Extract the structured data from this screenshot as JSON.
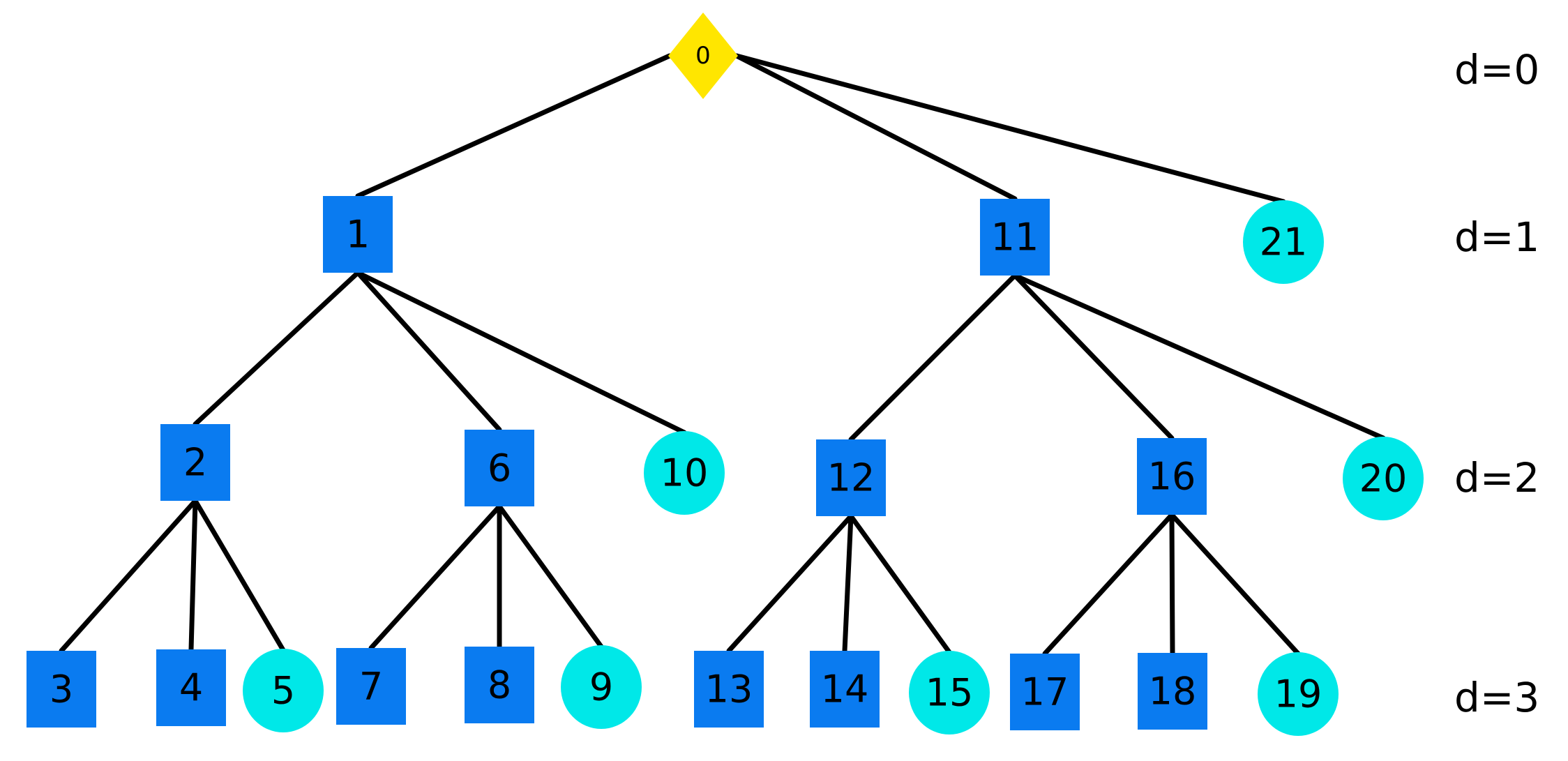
{
  "colors": {
    "root": "#FFE600",
    "square": "#0A7BF0",
    "circle": "#00E8E8",
    "edge": "#000000",
    "text": "#000000"
  },
  "depth_labels": [
    "d=0",
    "d=1",
    "d=2",
    "d=3"
  ],
  "tree": {
    "nodes": [
      {
        "id": "0",
        "shape": "diamond",
        "depth": 0
      },
      {
        "id": "1",
        "shape": "square",
        "depth": 1
      },
      {
        "id": "11",
        "shape": "square",
        "depth": 1
      },
      {
        "id": "21",
        "shape": "circle",
        "depth": 1
      },
      {
        "id": "2",
        "shape": "square",
        "depth": 2
      },
      {
        "id": "6",
        "shape": "square",
        "depth": 2
      },
      {
        "id": "10",
        "shape": "circle",
        "depth": 2
      },
      {
        "id": "12",
        "shape": "square",
        "depth": 2
      },
      {
        "id": "16",
        "shape": "square",
        "depth": 2
      },
      {
        "id": "20",
        "shape": "circle",
        "depth": 2
      },
      {
        "id": "3",
        "shape": "square",
        "depth": 3
      },
      {
        "id": "4",
        "shape": "square",
        "depth": 3
      },
      {
        "id": "5",
        "shape": "circle",
        "depth": 3
      },
      {
        "id": "7",
        "shape": "square",
        "depth": 3
      },
      {
        "id": "8",
        "shape": "square",
        "depth": 3
      },
      {
        "id": "9",
        "shape": "circle",
        "depth": 3
      },
      {
        "id": "13",
        "shape": "square",
        "depth": 3
      },
      {
        "id": "14",
        "shape": "square",
        "depth": 3
      },
      {
        "id": "15",
        "shape": "circle",
        "depth": 3
      },
      {
        "id": "17",
        "shape": "square",
        "depth": 3
      },
      {
        "id": "18",
        "shape": "square",
        "depth": 3
      },
      {
        "id": "19",
        "shape": "circle",
        "depth": 3
      }
    ],
    "edges": [
      [
        "0",
        "1"
      ],
      [
        "0",
        "11"
      ],
      [
        "0",
        "21"
      ],
      [
        "1",
        "2"
      ],
      [
        "1",
        "6"
      ],
      [
        "1",
        "10"
      ],
      [
        "11",
        "12"
      ],
      [
        "11",
        "16"
      ],
      [
        "11",
        "20"
      ],
      [
        "2",
        "3"
      ],
      [
        "2",
        "4"
      ],
      [
        "2",
        "5"
      ],
      [
        "6",
        "7"
      ],
      [
        "6",
        "8"
      ],
      [
        "6",
        "9"
      ],
      [
        "12",
        "13"
      ],
      [
        "12",
        "14"
      ],
      [
        "12",
        "15"
      ],
      [
        "16",
        "17"
      ],
      [
        "16",
        "18"
      ],
      [
        "16",
        "19"
      ]
    ]
  }
}
